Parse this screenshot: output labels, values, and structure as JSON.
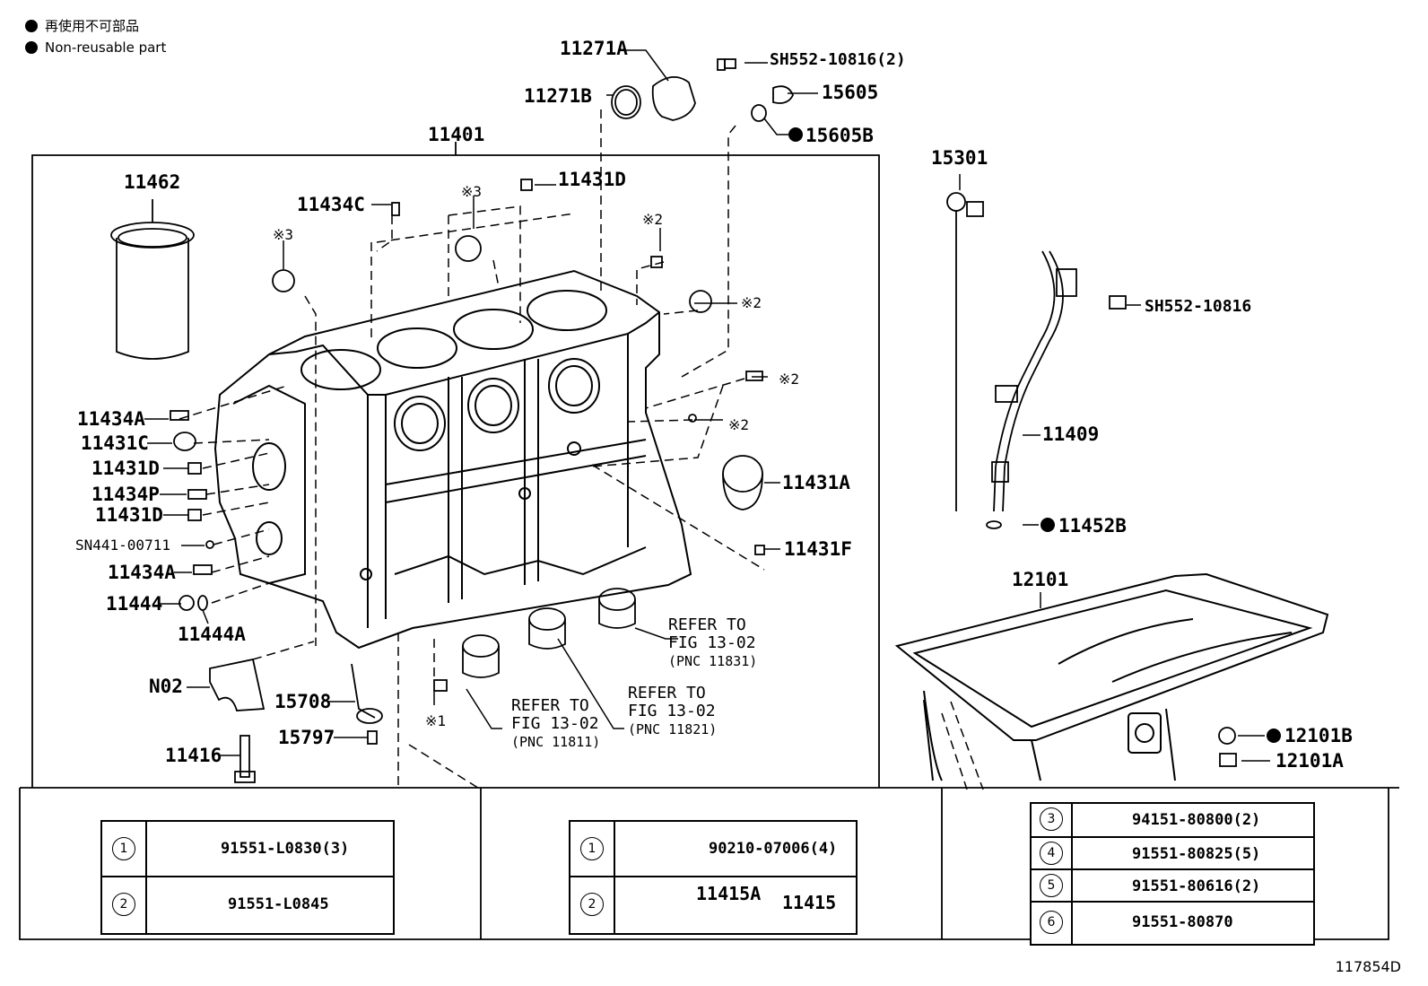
{
  "legend": {
    "jp": "再使用不可部品",
    "en": "Non-reusable part"
  },
  "labels": {
    "p11271A": "11271A",
    "pSH552_10816_2": "SH552-10816(2)",
    "p11271B": "11271B",
    "p15605": "15605",
    "p15605B": "15605B",
    "p11401": "11401",
    "p11462": "11462",
    "p11434C": "11434C",
    "p11431D_top": "11431D",
    "p15301": "15301",
    "pSH552_10816": "SH552-10816",
    "p11409": "11409",
    "p11452B": "11452B",
    "p11434A_1": "11434A",
    "p11431C": "11431C",
    "p11431D_1": "11431D",
    "p11434P": "11434P",
    "p11431D_2": "11431D",
    "pSN441": "SN441-00711",
    "p11434A_2": "11434A",
    "p11444": "11444",
    "p11444A": "11444A",
    "p11431A": "11431A",
    "p11431F": "11431F",
    "p12101": "12101",
    "pN02": "N02",
    "p15708": "15708",
    "p15797": "15797",
    "p11416": "11416",
    "p12101B": "12101B",
    "p12101A": "12101A",
    "note3a": "※3",
    "note3b": "※3",
    "note2a": "※2",
    "note2b": "※2",
    "note2c": "※2",
    "note2d": "※2",
    "note1": "※1"
  },
  "refs": {
    "r11811": [
      "REFER TO",
      "FIG 13-02",
      "(PNC 11811)"
    ],
    "r11821": [
      "REFER TO",
      "FIG 13-02",
      "(PNC 11821)"
    ],
    "r11831": [
      "REFER TO",
      "FIG 13-02",
      "(PNC 11831)"
    ]
  },
  "table_left": [
    {
      "num": "1",
      "part": "91551-L0830(3)"
    },
    {
      "num": "2",
      "part": "91551-L0845"
    }
  ],
  "table_mid": [
    {
      "num": "1",
      "part": "90210-07006(4)"
    },
    {
      "num": "2",
      "part": "11415A",
      "assembly": "11415"
    }
  ],
  "table_right": [
    {
      "num": "3",
      "part": "94151-80800(2)"
    },
    {
      "num": "4",
      "part": "91551-80825(5)"
    },
    {
      "num": "5",
      "part": "91551-80616(2)"
    },
    {
      "num": "6",
      "part": "91551-80870"
    }
  ],
  "figure_id": "117854D"
}
